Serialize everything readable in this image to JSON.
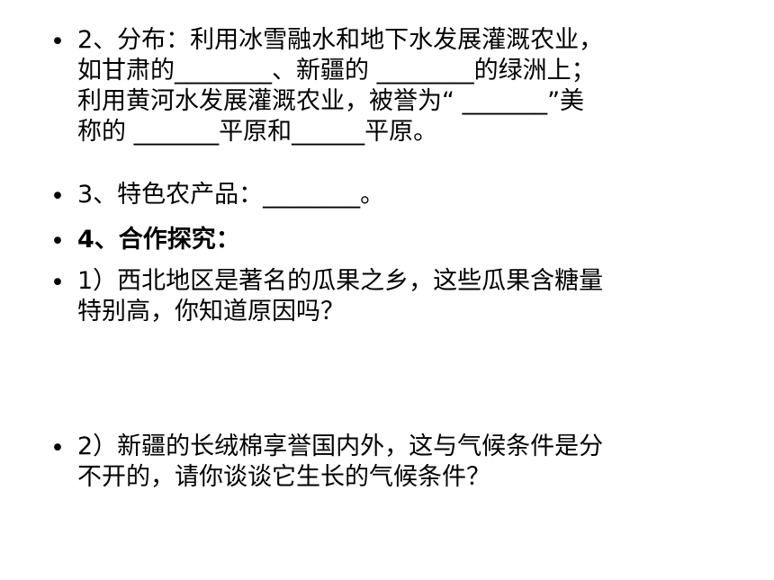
{
  "slide": {
    "bullet_char": "•",
    "items": [
      {
        "lines": [
          "2、分布：利用冰雪融水和地下水发展灌溉农业，",
          "如甘肃的________、新疆的 ________的绿洲上；",
          "利用黄河水发展灌溉农业，被誉为“ _______”美",
          "称的 _______平原和______平原。"
        ]
      },
      {
        "lines": [
          "3、特色农产品：________。"
        ]
      },
      {
        "lines": [
          "4、合作探究："
        ]
      },
      {
        "lines": [
          "1）西北地区是著名的瓜果之乡，这些瓜果含糖量",
          "特别高，你知道原因吗？"
        ]
      },
      {
        "lines": [
          "2）新疆的长绒棉享誉国内外，这与气候条件是分",
          "不开的，请你谈谈它生长的气候条件？"
        ]
      }
    ]
  }
}
